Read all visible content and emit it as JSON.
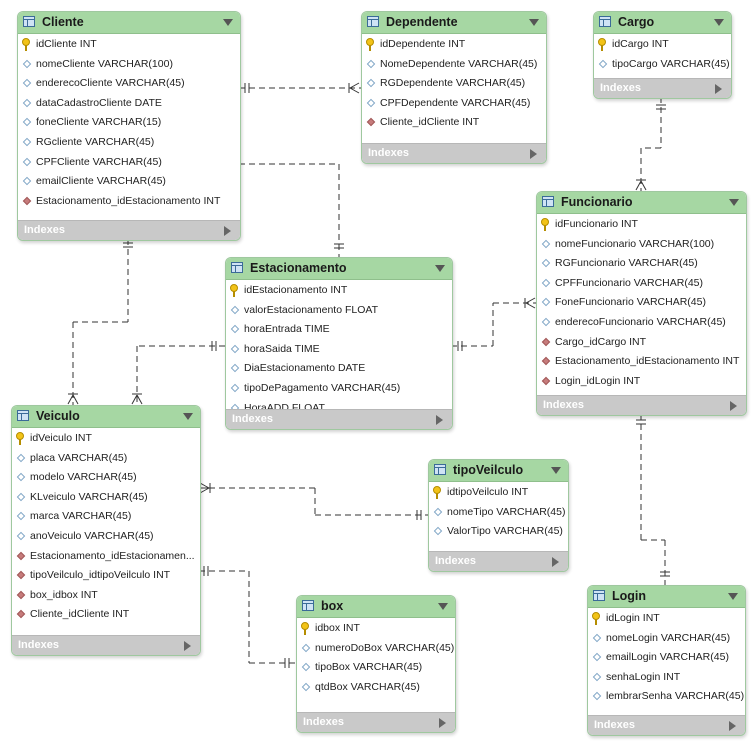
{
  "indexes_label": "Indexes",
  "colors": {
    "header": "#a6d7a3",
    "connector": "#333333",
    "indexes_bar": "#c9c9c9",
    "fk_marker": "#c67b7b",
    "pk_key": "#f2c318"
  },
  "tables": {
    "cliente": {
      "name": "Cliente",
      "columns": [
        {
          "icon": "pk",
          "text": "idCliente INT"
        },
        {
          "icon": "attr",
          "text": "nomeCliente VARCHAR(100)"
        },
        {
          "icon": "attr",
          "text": "enderecoCliente VARCHAR(45)"
        },
        {
          "icon": "attr",
          "text": "dataCadastroCliente DATE"
        },
        {
          "icon": "attr",
          "text": "foneCliente VARCHAR(15)"
        },
        {
          "icon": "attr",
          "text": "RGcliente VARCHAR(45)"
        },
        {
          "icon": "attr",
          "text": "CPFCliente VARCHAR(45)"
        },
        {
          "icon": "attr",
          "text": "emailCliente VARCHAR(45)"
        },
        {
          "icon": "fk",
          "text": "Estacionamento_idEstacionamento INT"
        }
      ]
    },
    "dependente": {
      "name": "Dependente",
      "columns": [
        {
          "icon": "pk",
          "text": "idDependente INT"
        },
        {
          "icon": "attr",
          "text": "NomeDependente VARCHAR(45)"
        },
        {
          "icon": "attr",
          "text": "RGDependente VARCHAR(45)"
        },
        {
          "icon": "attr",
          "text": "CPFDependente VARCHAR(45)"
        },
        {
          "icon": "fk",
          "text": "Cliente_idCliente INT"
        }
      ]
    },
    "cargo": {
      "name": "Cargo",
      "columns": [
        {
          "icon": "pk",
          "text": "idCargo INT"
        },
        {
          "icon": "attr",
          "text": "tipoCargo VARCHAR(45)"
        }
      ]
    },
    "funcionario": {
      "name": "Funcionario",
      "columns": [
        {
          "icon": "pk",
          "text": "idFuncionario INT"
        },
        {
          "icon": "attr",
          "text": "nomeFuncionario VARCHAR(100)"
        },
        {
          "icon": "attr",
          "text": "RGFuncionario VARCHAR(45)"
        },
        {
          "icon": "attr",
          "text": "CPFFuncionario VARCHAR(45)"
        },
        {
          "icon": "attr",
          "text": "FoneFuncionario VARCHAR(45)"
        },
        {
          "icon": "attr",
          "text": "enderecoFuncionario VARCHAR(45)"
        },
        {
          "icon": "fk",
          "text": "Cargo_idCargo INT"
        },
        {
          "icon": "fk",
          "text": "Estacionamento_idEstacionamento INT"
        },
        {
          "icon": "fk",
          "text": "Login_idLogin INT"
        }
      ]
    },
    "estacionamento": {
      "name": "Estacionamento",
      "columns": [
        {
          "icon": "pk",
          "text": "idEstacionamento INT"
        },
        {
          "icon": "attr",
          "text": "valorEstacionamento FLOAT"
        },
        {
          "icon": "attr",
          "text": "horaEntrada TIME"
        },
        {
          "icon": "attr",
          "text": "horaSaida TIME"
        },
        {
          "icon": "attr",
          "text": "DiaEstacionamento DATE"
        },
        {
          "icon": "attr",
          "text": "tipoDePagamento VARCHAR(45)"
        },
        {
          "icon": "attr",
          "text": "HoraADD FLOAT"
        }
      ]
    },
    "veiculo": {
      "name": "Veiculo",
      "columns": [
        {
          "icon": "pk",
          "text": "idVeiculo INT"
        },
        {
          "icon": "attr",
          "text": "placa VARCHAR(45)"
        },
        {
          "icon": "attr",
          "text": "modelo VARCHAR(45)"
        },
        {
          "icon": "attr",
          "text": "KLveiculo VARCHAR(45)"
        },
        {
          "icon": "attr",
          "text": "marca VARCHAR(45)"
        },
        {
          "icon": "attr",
          "text": "anoVeiculo VARCHAR(45)"
        },
        {
          "icon": "fk",
          "text": "Estacionamento_idEstacionamen..."
        },
        {
          "icon": "fk",
          "text": "tipoVeilculo_idtipoVeilculo INT"
        },
        {
          "icon": "fk",
          "text": "box_idbox INT"
        },
        {
          "icon": "fk",
          "text": "Cliente_idCliente INT"
        }
      ]
    },
    "tipoveilculo": {
      "name": "tipoVeilculo",
      "columns": [
        {
          "icon": "pk",
          "text": "idtipoVeilculo INT"
        },
        {
          "icon": "attr",
          "text": "nomeTipo VARCHAR(45)"
        },
        {
          "icon": "attr",
          "text": "ValorTipo VARCHAR(45)"
        }
      ]
    },
    "box": {
      "name": "box",
      "columns": [
        {
          "icon": "pk",
          "text": "idbox INT"
        },
        {
          "icon": "attr",
          "text": "numeroDoBox VARCHAR(45)"
        },
        {
          "icon": "attr",
          "text": "tipoBox VARCHAR(45)"
        },
        {
          "icon": "attr",
          "text": "qtdBox VARCHAR(45)"
        }
      ]
    },
    "login": {
      "name": "Login",
      "columns": [
        {
          "icon": "pk",
          "text": "idLogin INT"
        },
        {
          "icon": "attr",
          "text": "nomeLogin VARCHAR(45)"
        },
        {
          "icon": "attr",
          "text": "emailLogin VARCHAR(45)"
        },
        {
          "icon": "attr",
          "text": "senhaLogin INT"
        },
        {
          "icon": "attr",
          "text": "lembrarSenha VARCHAR(45)"
        }
      ]
    }
  }
}
